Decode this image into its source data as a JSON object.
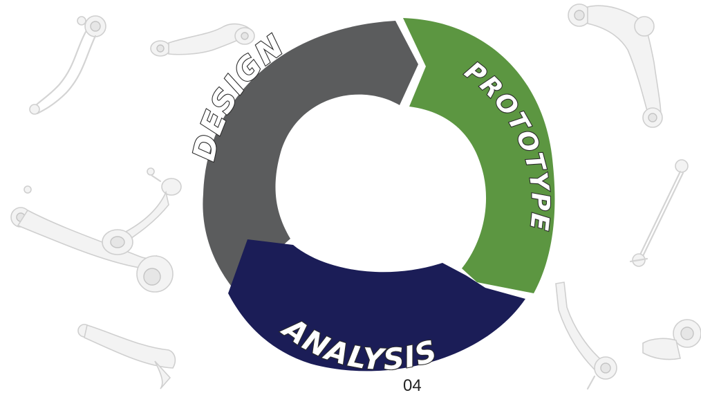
{
  "cycle": {
    "steps": [
      {
        "label": "DESIGN",
        "color": "#5b5c5d"
      },
      {
        "label": "PROTOTYPE",
        "color": "#5c9641"
      },
      {
        "label": "ANALYSIS",
        "color": "#1b1d57"
      }
    ]
  },
  "page_number": "04",
  "background_icons": [
    "control-arm-icon",
    "upper-control-arm-icon",
    "ball-joint-icon",
    "stabilizer-link-icon"
  ]
}
